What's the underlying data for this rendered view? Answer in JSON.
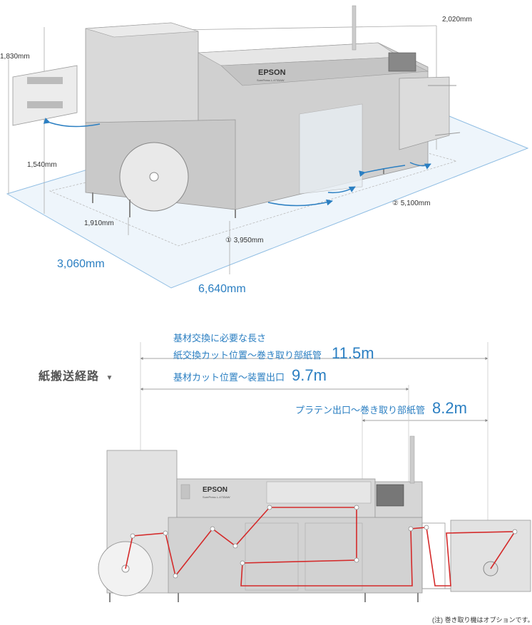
{
  "top_diagram": {
    "dimensions": {
      "height_2020": "2,020mm",
      "height_1830": "1,830mm",
      "height_1540": "1,540mm",
      "depth_1910": "1,910mm",
      "width_3950": "① 3,950mm",
      "width_5100": "② 5,100mm",
      "depth_3060": "3,060mm",
      "width_6640": "6,640mm"
    },
    "brand_logo": "EPSON",
    "model_name": "SurePress L-4733AW"
  },
  "paper_path": {
    "heading": "紙搬送経路",
    "heading_marker": "▼",
    "path1": {
      "label_line1": "基材交換に必要な長さ",
      "label_line2": "紙交換カット位置〜巻き取り部紙管",
      "value": "11.5m"
    },
    "path2": {
      "label": "基材カット位置〜装置出口",
      "value": "9.7m"
    },
    "path3": {
      "label": "プラテン出口〜巻き取り部紙管",
      "value": "8.2m"
    }
  },
  "bottom_diagram": {
    "brand_logo": "EPSON",
    "model_name": "SurePress L-4733AW"
  },
  "footnote": "(注) 巻き取り機はオプションです。",
  "colors": {
    "accent_blue": "#2b7fc2",
    "path_red": "#d42a2a",
    "machine_gray": "#d6d6d6"
  }
}
